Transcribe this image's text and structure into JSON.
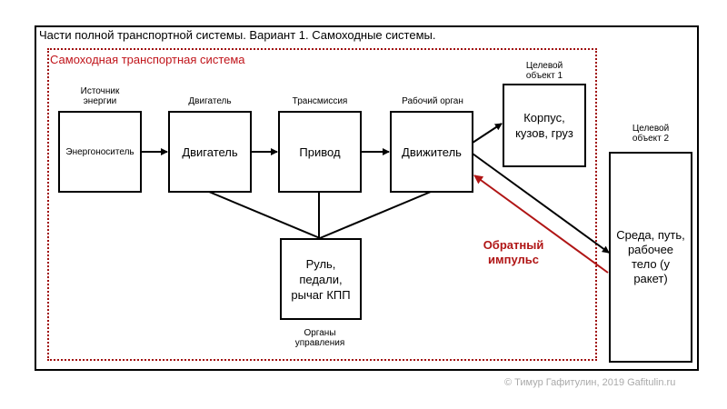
{
  "diagram": {
    "title": "Части полной транспортной системы. Вариант 1. Самоходные системы.",
    "subsystem_title": "Самоходная транспортная система",
    "blocks": [
      {
        "id": "energy",
        "caption": "Источник энергии",
        "label": "Энергоноситель"
      },
      {
        "id": "engine",
        "caption": "Двигатель",
        "label": "Двигатель"
      },
      {
        "id": "transmission",
        "caption": "Трансмиссия",
        "label": "Привод"
      },
      {
        "id": "mover",
        "caption": "Рабочий орган",
        "label": "Движитель"
      },
      {
        "id": "target1",
        "caption": "Целевой объект 1",
        "label": "Корпус, кузов, груз"
      },
      {
        "id": "target2",
        "caption": "Целевой объект 2",
        "label": "Среда, путь, рабочее тело (у ракет)"
      },
      {
        "id": "controls",
        "caption": "Органы управления",
        "label": "Руль, педали, рычаг КПП"
      }
    ],
    "feedback_label": "Обратный импульс",
    "copyright": "© Тимур Гафитулин, 2019 Gafitulin.ru"
  },
  "colors": {
    "accent": "#c0141a",
    "line": "#000000",
    "muted": "#aaaaaa"
  }
}
